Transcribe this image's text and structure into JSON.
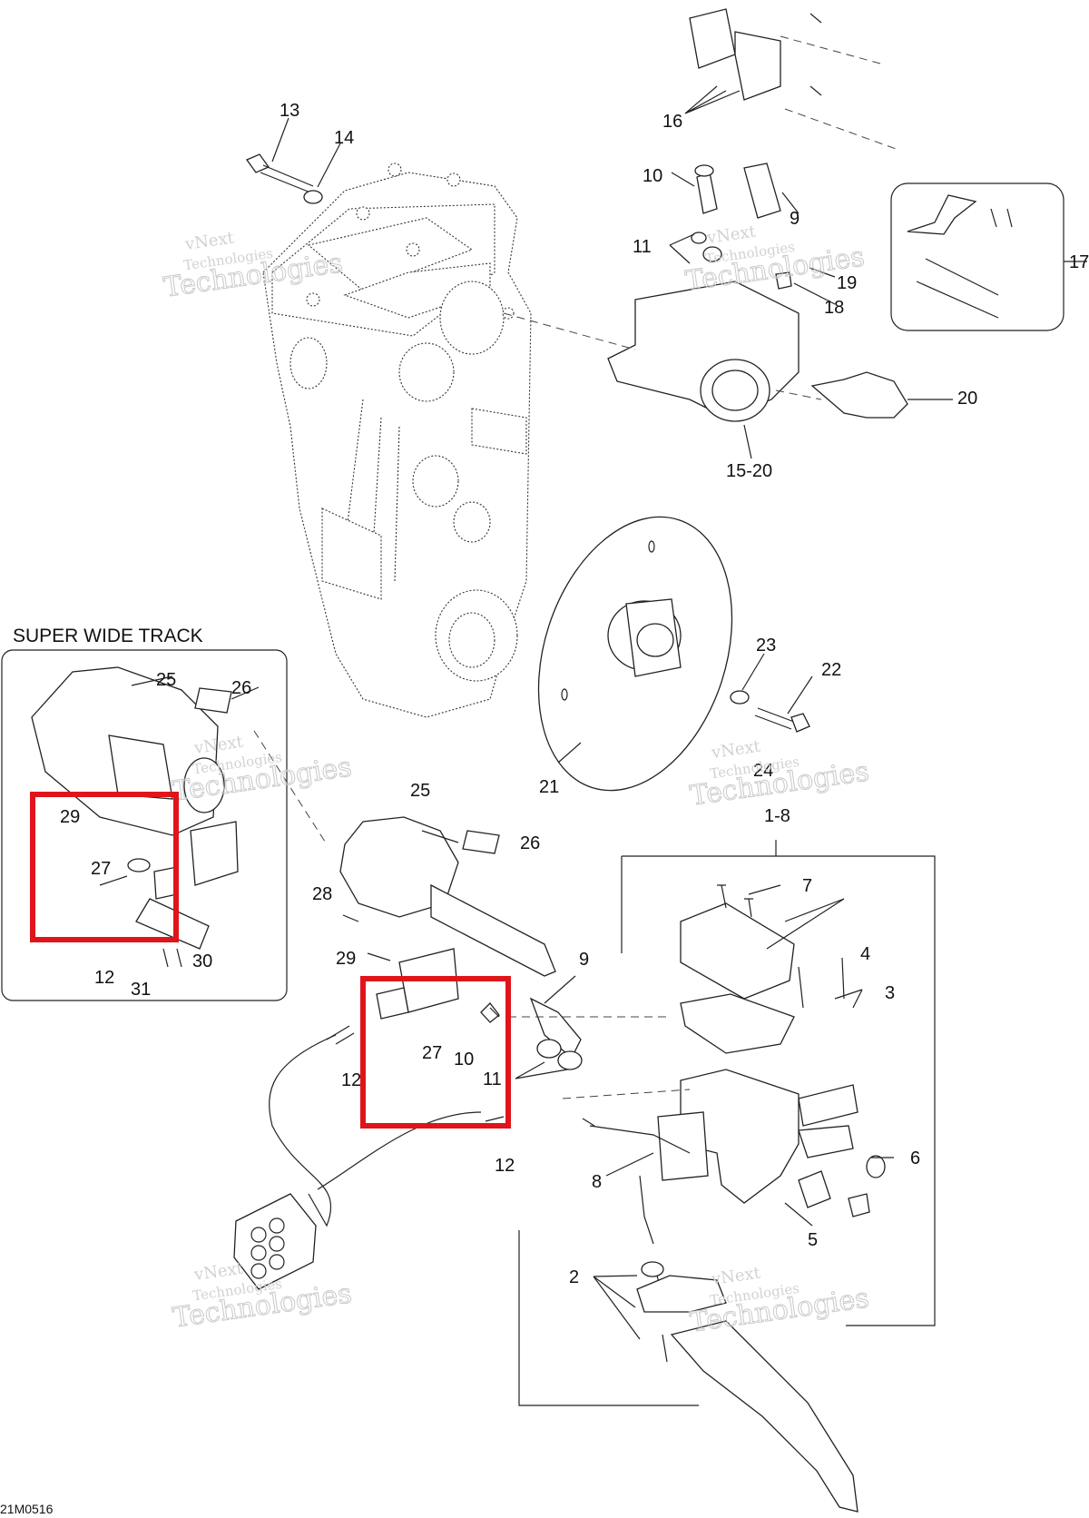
{
  "section_title": "SUPER WIDE TRACK",
  "drawing_code": "21M0516",
  "watermark": {
    "line1": "vNext",
    "line2": "Technologies",
    "line3": "Technologies"
  },
  "callouts": [
    {
      "id": "c13",
      "text": "13"
    },
    {
      "id": "c14",
      "text": "14"
    },
    {
      "id": "c16",
      "text": "16"
    },
    {
      "id": "c10a",
      "text": "10"
    },
    {
      "id": "c9a",
      "text": "9"
    },
    {
      "id": "c11a",
      "text": "11"
    },
    {
      "id": "c19",
      "text": "19"
    },
    {
      "id": "c18",
      "text": "18"
    },
    {
      "id": "c17",
      "text": "17"
    },
    {
      "id": "c20",
      "text": "20"
    },
    {
      "id": "c1520",
      "text": "15-20"
    },
    {
      "id": "c23",
      "text": "23"
    },
    {
      "id": "c22",
      "text": "22"
    },
    {
      "id": "c24",
      "text": "24"
    },
    {
      "id": "c21",
      "text": "21"
    },
    {
      "id": "c25a",
      "text": "25"
    },
    {
      "id": "c26a",
      "text": "26"
    },
    {
      "id": "c29a",
      "text": "29"
    },
    {
      "id": "c27a",
      "text": "27"
    },
    {
      "id": "c12a",
      "text": "12"
    },
    {
      "id": "c31",
      "text": "31"
    },
    {
      "id": "c30",
      "text": "30"
    },
    {
      "id": "c25b",
      "text": "25"
    },
    {
      "id": "c26b",
      "text": "26"
    },
    {
      "id": "c28",
      "text": "28"
    },
    {
      "id": "c29b",
      "text": "29"
    },
    {
      "id": "c27b",
      "text": "27"
    },
    {
      "id": "c10b",
      "text": "10"
    },
    {
      "id": "c11b",
      "text": "11"
    },
    {
      "id": "c9b",
      "text": "9"
    },
    {
      "id": "c12b",
      "text": "12"
    },
    {
      "id": "c12c",
      "text": "12"
    },
    {
      "id": "c18b",
      "text": "1-8"
    },
    {
      "id": "c7",
      "text": "7"
    },
    {
      "id": "c4",
      "text": "4"
    },
    {
      "id": "c3",
      "text": "3"
    },
    {
      "id": "c6",
      "text": "6"
    },
    {
      "id": "c8",
      "text": "8"
    },
    {
      "id": "c5",
      "text": "5"
    },
    {
      "id": "c2",
      "text": "2"
    }
  ]
}
